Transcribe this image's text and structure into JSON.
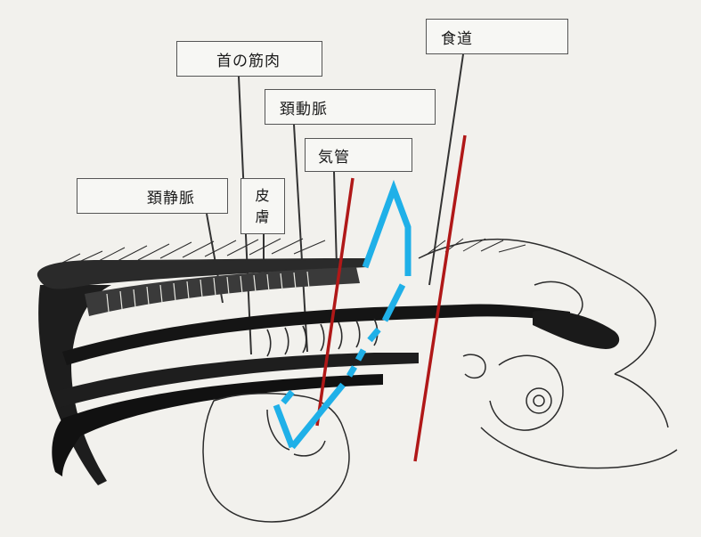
{
  "labels": {
    "neck_muscle": "首の筋肉",
    "carotid_artery": "頚動脈",
    "trachea": "気管",
    "esophagus": "食道",
    "jugular_vein": "頚静脈",
    "skin_line1": "皮",
    "skin_line2": "膚"
  },
  "colors": {
    "paper": "#f2f1ed",
    "ink": "#1a1a1a",
    "cut_line": "#b01818",
    "blade": "#1fb0e8"
  }
}
